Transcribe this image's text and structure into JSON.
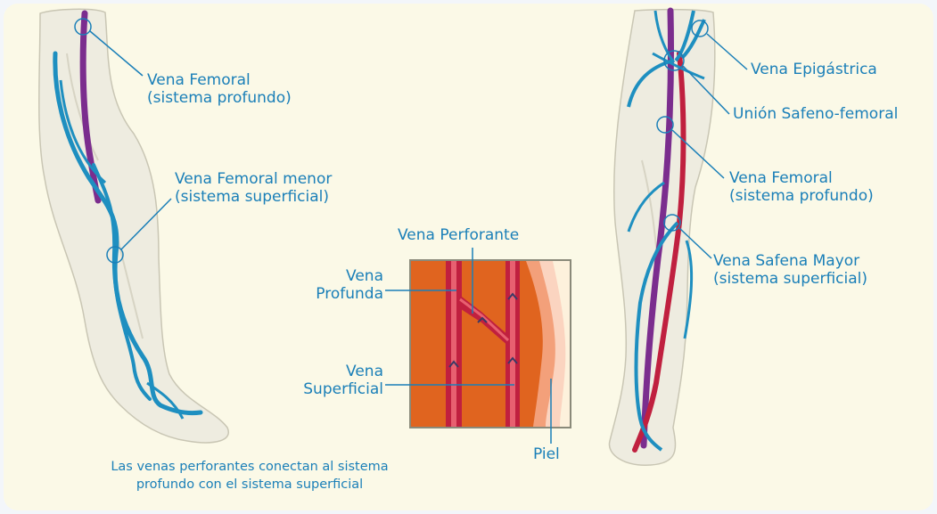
{
  "labels": {
    "left_femoral": "Vena Femoral\n(sistema profundo)",
    "left_femoral_menor": "Vena Femoral menor\n(sistema superficial)",
    "perforante": "Vena Perforante",
    "profunda": "Vena\nProfunda",
    "superficial": "Vena\nSuperficial",
    "piel": "Piel",
    "epigastrica": "Vena Epigástrica",
    "union": "Unión Safeno-femoral",
    "right_femoral": "Vena Femoral\n(sistema profundo)",
    "safena": "Vena Safena Mayor\n(sistema superficial)"
  },
  "caption": "Las venas perforantes conectan al sistema\nprofundo con el sistema superficial",
  "colors": {
    "deep_vein_left": "#7b2d8e",
    "deep_vein_right": "#c0203f",
    "superficial_vein": "#1e8fc0",
    "label": "#1a7fb8",
    "muscle": "#e0641f",
    "skin": "#f3a07a"
  }
}
